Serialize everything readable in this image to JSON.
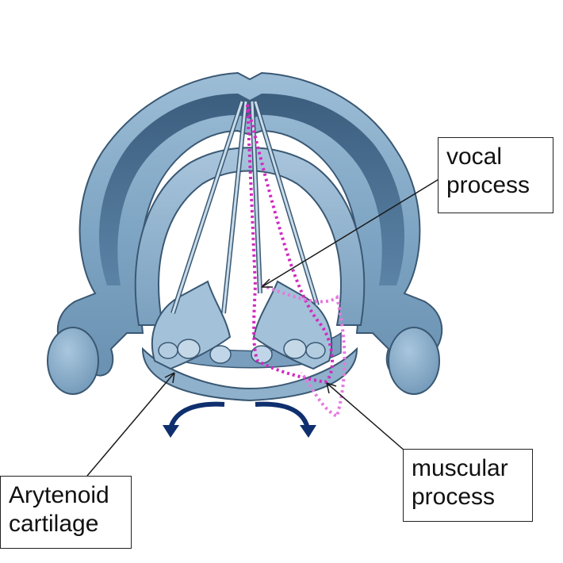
{
  "labels": {
    "vocal_process": [
      "vocal",
      "process"
    ],
    "muscular_process": [
      "muscular",
      "process"
    ],
    "arytenoid_cartilage": [
      "Arytenoid",
      "cartilage"
    ]
  },
  "colors": {
    "cartilage_fill": "#7fa6c4",
    "cartilage_dark": "#3e6384",
    "cartilage_light": "#b9d0e3",
    "outline": "#3a5873",
    "highlight_dotted": "#d02ac0",
    "highlight_dotted_light": "#e57ae0",
    "arrow": "#0f2f6e",
    "leader_line": "#1a1a1a"
  },
  "icons": {
    "rotation_arrow_left": "curved-arrow-down-left",
    "rotation_arrow_right": "curved-arrow-down-right"
  }
}
